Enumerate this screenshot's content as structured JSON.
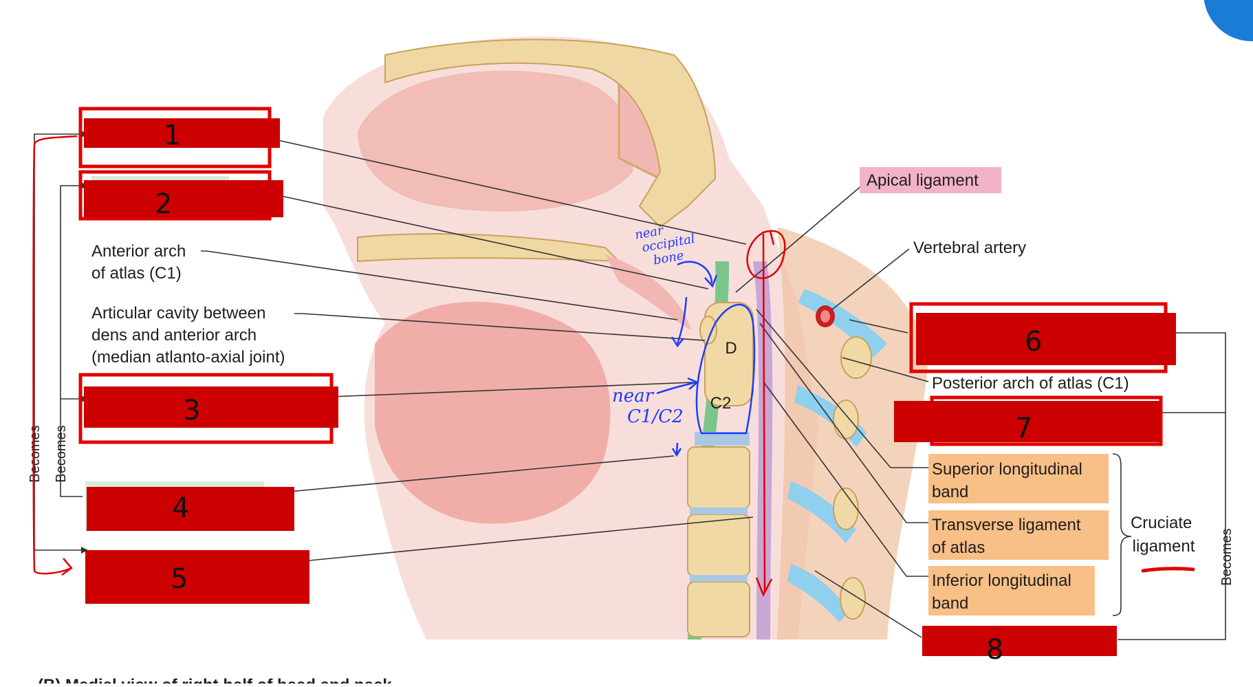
{
  "labels": {
    "anterior_arch": [
      "Anterior arch",
      "of atlas (C1)"
    ],
    "articular_cavity": [
      "Articular cavity between",
      "dens and anterior arch",
      "(median atlanto-axial joint)"
    ],
    "apical_ligament": "Apical ligament",
    "vertebral_artery": "Vertebral artery",
    "posterior_arch": "Posterior arch of atlas (C1)",
    "superior_band": [
      "Superior longitudinal",
      "band"
    ],
    "transverse_ligament": [
      "Transverse ligament",
      "of atlas"
    ],
    "inferior_band": [
      "Inferior longitudinal",
      "band"
    ],
    "cruciate": [
      "Cruciate",
      "ligament"
    ],
    "dens": "D",
    "c2": "C2"
  },
  "brackets": {
    "becomes": "Becomes"
  },
  "redacted_boxes": [
    "1",
    "2",
    "3",
    "4",
    "5",
    "6",
    "7",
    "8"
  ],
  "handwritten_notes": {
    "near_occipital": [
      "near",
      "occipital",
      "bone"
    ],
    "near_c1c2": [
      "near",
      "C1/C2"
    ]
  },
  "caption_fragment": "(B) Medial view of right half of head and neck",
  "colors": {
    "redaction": "#cc0000",
    "pink_label": "#f3b3c6",
    "orange_label": "#f8bf87",
    "tissue_pink": "#f4c7c5",
    "bone": "#f1d9a6",
    "disc_blue": "#8fd0ee",
    "pen_blue": "#1a3cff",
    "pen_red": "#e00000"
  }
}
